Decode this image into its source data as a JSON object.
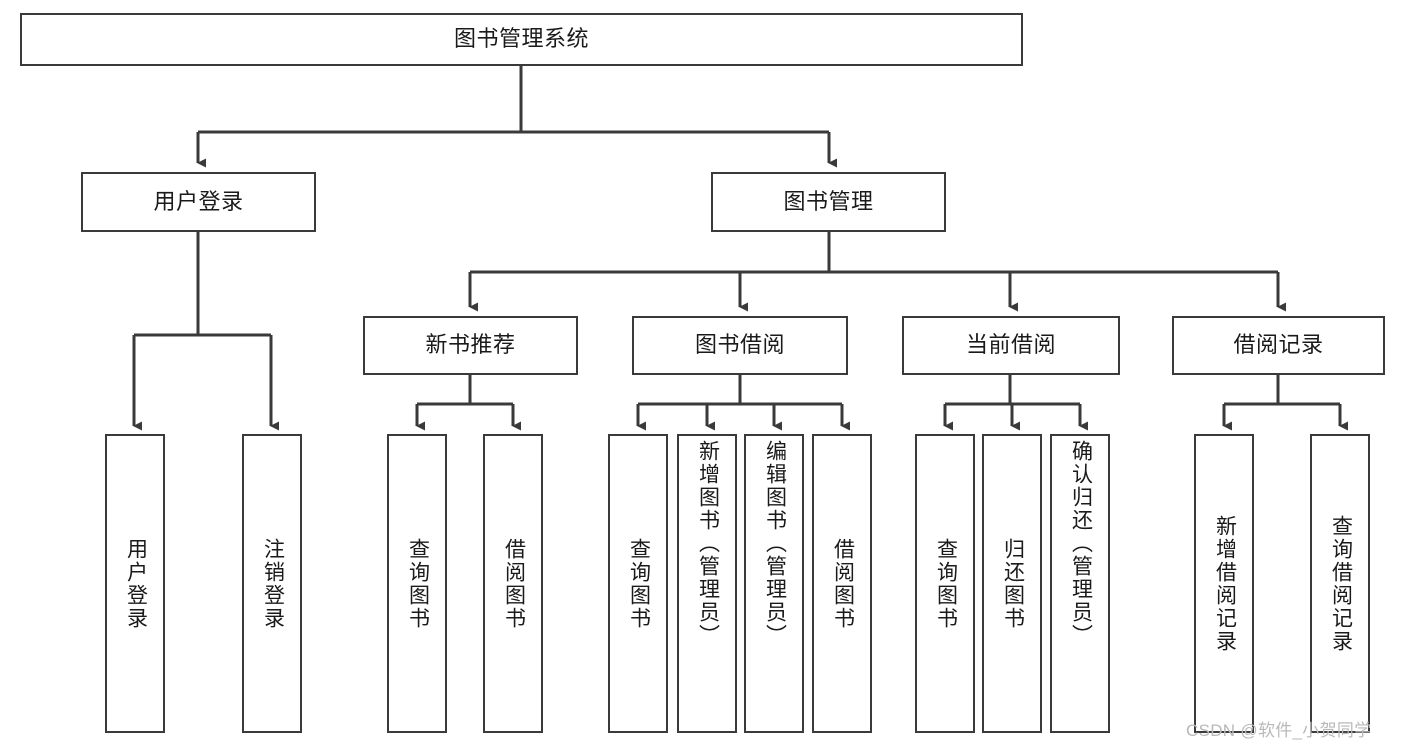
{
  "diagram": {
    "type": "tree-hierarchy-functional-decomposition",
    "title": "图书管理系统",
    "stroke_color": "#3a3a3a",
    "background_color": "#ffffff",
    "text_color": "#1a1a1a",
    "levels": [
      {
        "level": 1,
        "nodes": [
          {
            "id": "root",
            "label": "图书管理系统",
            "orientation": "horizontal"
          }
        ]
      },
      {
        "level": 2,
        "nodes": [
          {
            "id": "user-login",
            "label": "用户登录",
            "orientation": "horizontal",
            "parent": "root"
          },
          {
            "id": "book-manage",
            "label": "图书管理",
            "orientation": "horizontal",
            "parent": "root"
          }
        ]
      },
      {
        "level": 3,
        "nodes": [
          {
            "id": "new-book-recommend",
            "label": "新书推荐",
            "orientation": "horizontal",
            "parent": "book-manage"
          },
          {
            "id": "book-borrow",
            "label": "图书借阅",
            "orientation": "horizontal",
            "parent": "book-manage"
          },
          {
            "id": "current-borrow",
            "label": "当前借阅",
            "orientation": "horizontal",
            "parent": "book-manage"
          },
          {
            "id": "borrow-record",
            "label": "借阅记录",
            "orientation": "horizontal",
            "parent": "book-manage"
          }
        ]
      },
      {
        "level": 4,
        "nodes": [
          {
            "id": "leaf-user-login",
            "label": "用户登录",
            "orientation": "vertical",
            "parent": "user-login"
          },
          {
            "id": "leaf-user-logout",
            "label": "注销登录",
            "orientation": "vertical",
            "parent": "user-login"
          },
          {
            "id": "leaf-query-book-1",
            "label": "查询图书",
            "orientation": "vertical",
            "parent": "new-book-recommend"
          },
          {
            "id": "leaf-borrow-book-1",
            "label": "借阅图书",
            "orientation": "vertical",
            "parent": "new-book-recommend"
          },
          {
            "id": "leaf-query-book-2",
            "label": "查询图书",
            "orientation": "vertical",
            "parent": "book-borrow"
          },
          {
            "id": "leaf-add-book",
            "label": "新增图书（管理员）",
            "orientation": "vertical",
            "parent": "book-borrow"
          },
          {
            "id": "leaf-edit-book",
            "label": "编辑图书（管理员）",
            "orientation": "vertical",
            "parent": "book-borrow"
          },
          {
            "id": "leaf-borrow-book-2",
            "label": "借阅图书",
            "orientation": "vertical",
            "parent": "book-borrow"
          },
          {
            "id": "leaf-query-book-3",
            "label": "查询图书",
            "orientation": "vertical",
            "parent": "current-borrow"
          },
          {
            "id": "leaf-return-book",
            "label": "归还图书",
            "orientation": "vertical",
            "parent": "current-borrow"
          },
          {
            "id": "leaf-confirm-return",
            "label": "确认归还（管理员）",
            "orientation": "vertical",
            "parent": "current-borrow"
          },
          {
            "id": "leaf-add-record",
            "label": "新增借阅记录",
            "orientation": "vertical",
            "parent": "borrow-record"
          },
          {
            "id": "leaf-query-record",
            "label": "查询借阅记录",
            "orientation": "vertical",
            "parent": "borrow-record"
          }
        ]
      }
    ]
  },
  "watermark": {
    "text": "CSDN @软件_小贺同学"
  }
}
